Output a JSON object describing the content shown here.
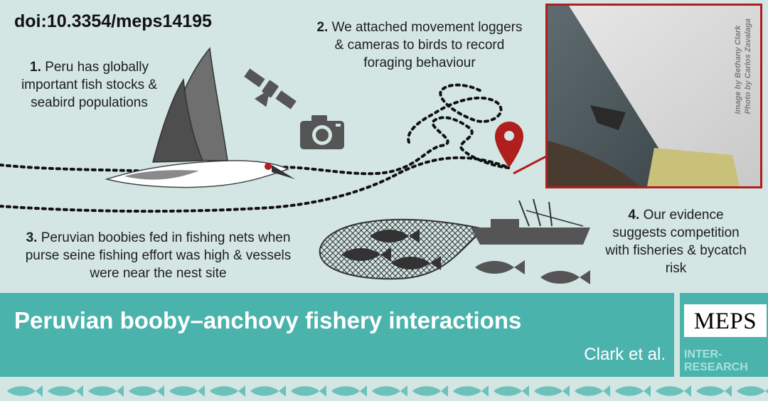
{
  "doi": "doi:10.3354/meps14195",
  "steps": [
    {
      "num": "1.",
      "text": "Peru has globally important fish stocks & seabird populations"
    },
    {
      "num": "2.",
      "text": "We attached movement loggers & cameras to birds to record foraging behaviour"
    },
    {
      "num": "3.",
      "text": "Peruvian boobies fed in fishing nets when purse seine fishing effort was high & vessels were near the nest site"
    },
    {
      "num": "4.",
      "text": "Our evidence suggests competition with fisheries & bycatch risk"
    }
  ],
  "photo_credit": [
    "Image by Bethany Clark",
    "Photo by Carlos Zavalaga"
  ],
  "banner": {
    "title": "Peruvian booby–anchovy fishery interactions",
    "authors": "Clark et al."
  },
  "logo": {
    "journal": "MEPS",
    "publisher_line1": "INTER-",
    "publisher_line2": "RESEARCH"
  },
  "icons": [
    "satellite-icon",
    "camera-icon",
    "location-pin-icon"
  ],
  "colors": {
    "background": "#d3e6e4",
    "banner": "#4ab3ac",
    "accent_red": "#b01e1e",
    "dark_gray": "#555555"
  }
}
